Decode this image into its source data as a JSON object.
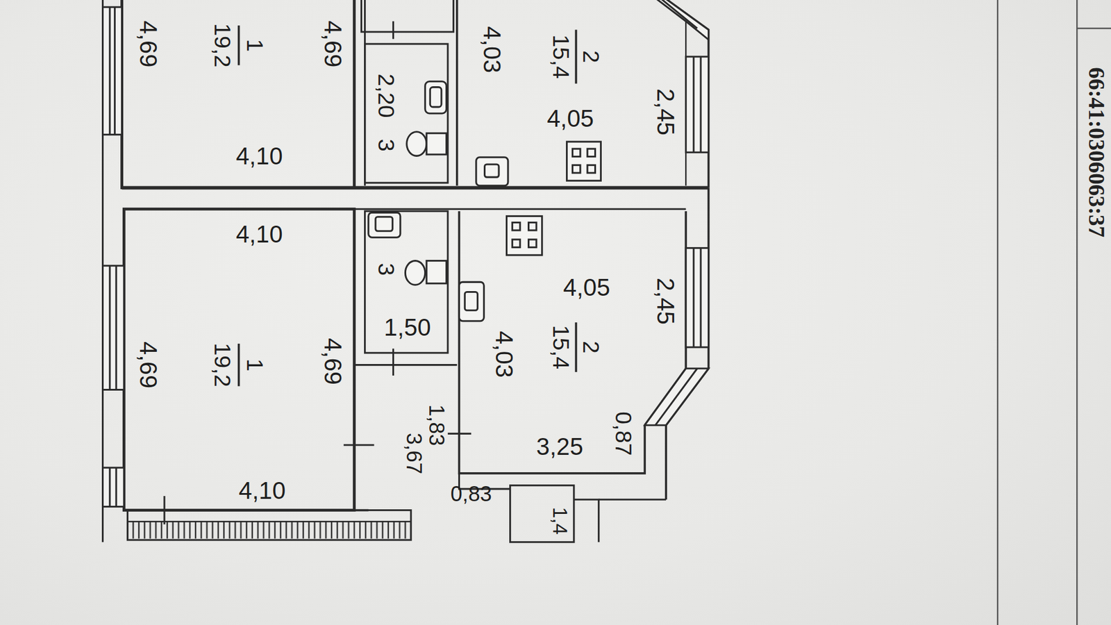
{
  "diagram": {
    "nodes": [
      {
        "text": [
          "4,69",
          "19,2",
          "1",
          "4,69",
          "4,10"
        ]
      },
      {
        "text": [
          "2,20",
          "3"
        ]
      },
      {
        "text": [
          "4,03",
          "15,4",
          "2",
          "4,05",
          "2,45"
        ]
      },
      {
        "text": [
          "4,10",
          "4,69",
          "19,2",
          "1",
          "4,69",
          "4,10"
        ]
      },
      {
        "text": [
          "3",
          "1,50"
        ]
      },
      {
        "text": [
          "4,05",
          "2,45",
          "4,03",
          "15,4",
          "2",
          "3,25",
          "0,87"
        ]
      },
      {
        "text": [
          "1,83",
          "3,67"
        ]
      }
    ],
    "labels": [
      "0,83",
      "1,4",
      "66:41:0306063:37"
    ]
  }
}
